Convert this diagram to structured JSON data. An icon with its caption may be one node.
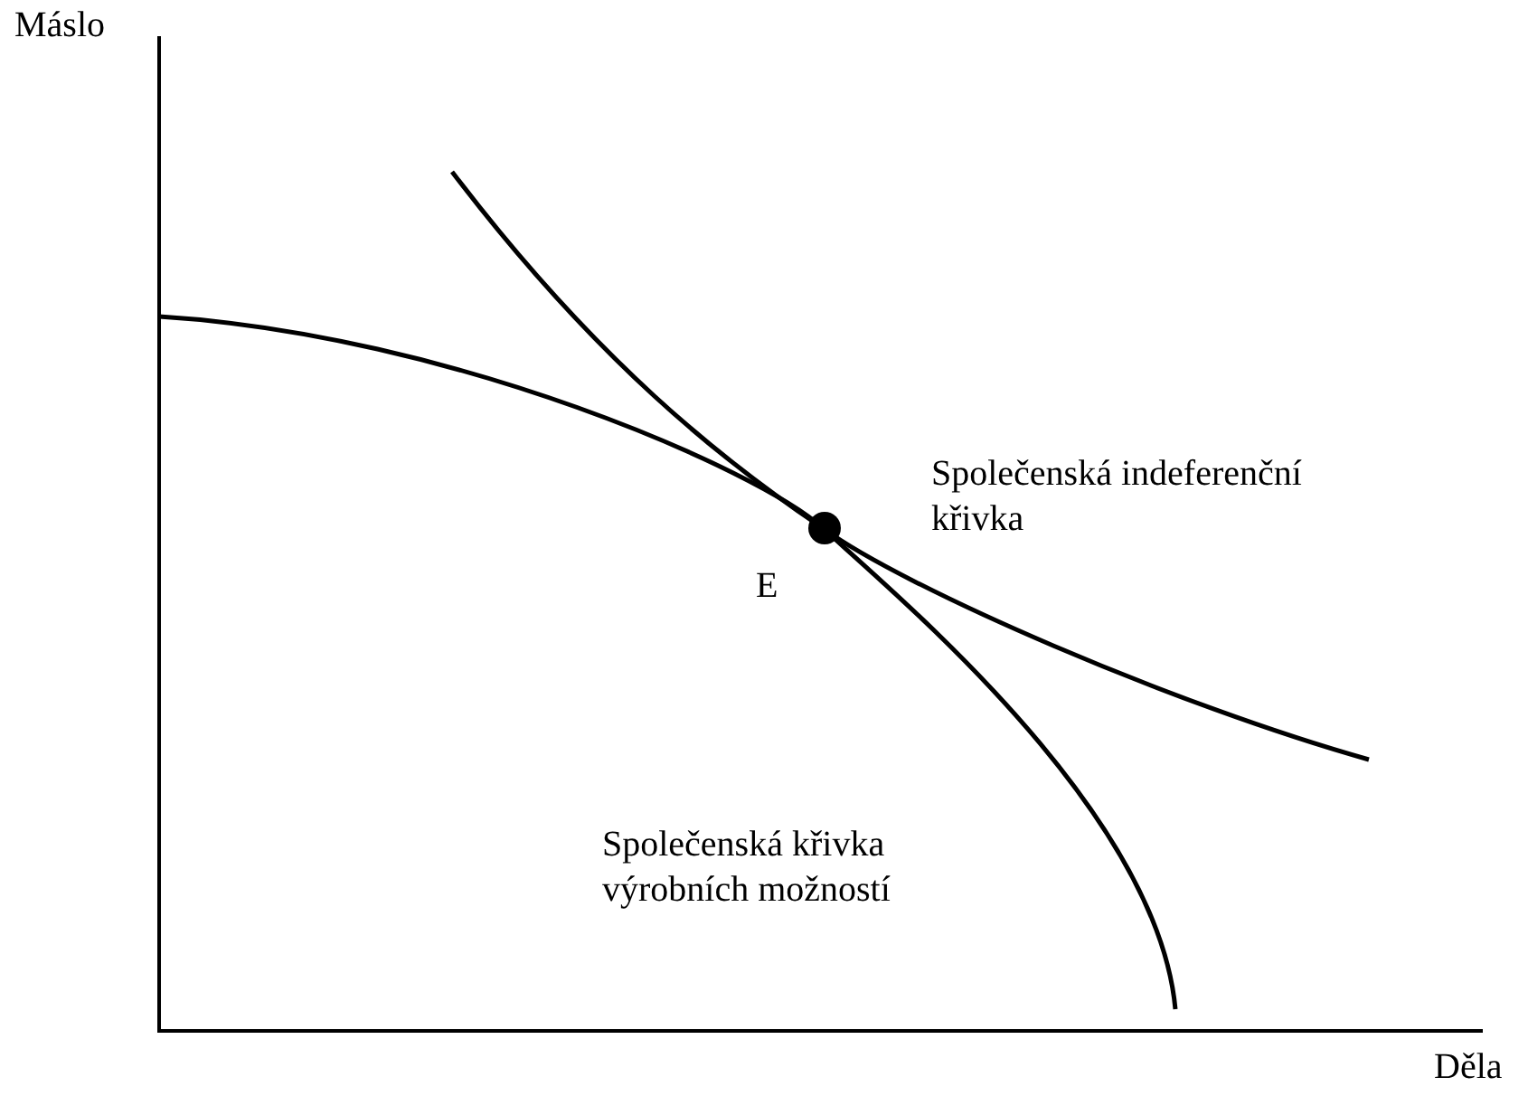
{
  "diagram": {
    "labels": [
      "Máslo",
      "Společenská indeferenční křivka",
      "E",
      "Společenská křivka výrobních možností",
      "Děla"
    ]
  }
}
